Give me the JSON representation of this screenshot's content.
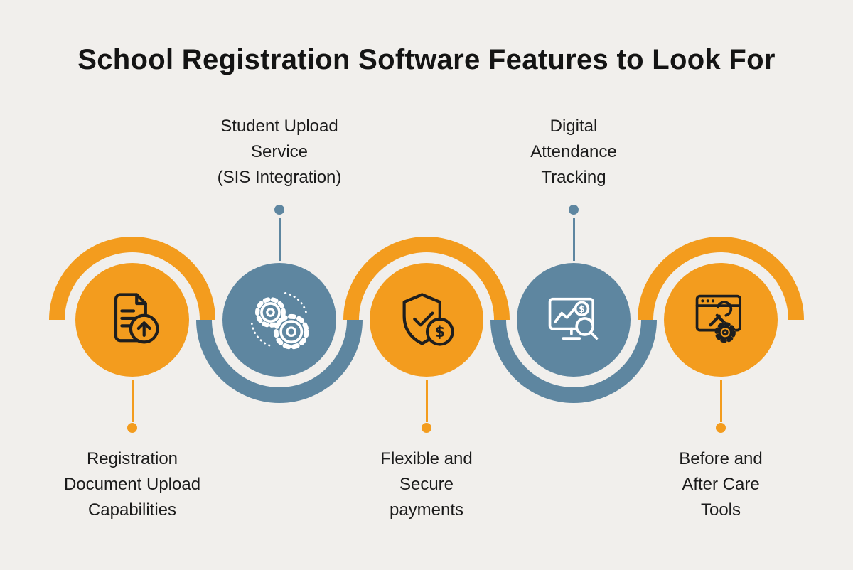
{
  "page": {
    "title": "School Registration Software Features to Look For",
    "background_color": "#f1efec",
    "accent_orange": "#F39C1E",
    "accent_blue": "#5E86A0",
    "text_color": "#1b1b1b"
  },
  "items": [
    {
      "label": "Registration\nDocument Upload\nCapabilities",
      "icon": "document-upload-icon",
      "color": "#F39C1E",
      "label_position": "below"
    },
    {
      "label": "Student Upload\nService\n(SIS Integration)",
      "icon": "integration-gears-icon",
      "color": "#5E86A0",
      "label_position": "above"
    },
    {
      "label": "Flexible and\nSecure\npayments",
      "icon": "secure-payment-icon",
      "color": "#F39C1E",
      "label_position": "below"
    },
    {
      "label": "Digital\nAttendance\nTracking",
      "icon": "attendance-tracking-icon",
      "color": "#5E86A0",
      "label_position": "above"
    },
    {
      "label": "Before and\nAfter Care\nTools",
      "icon": "care-tools-icon",
      "color": "#F39C1E",
      "label_position": "below"
    }
  ]
}
